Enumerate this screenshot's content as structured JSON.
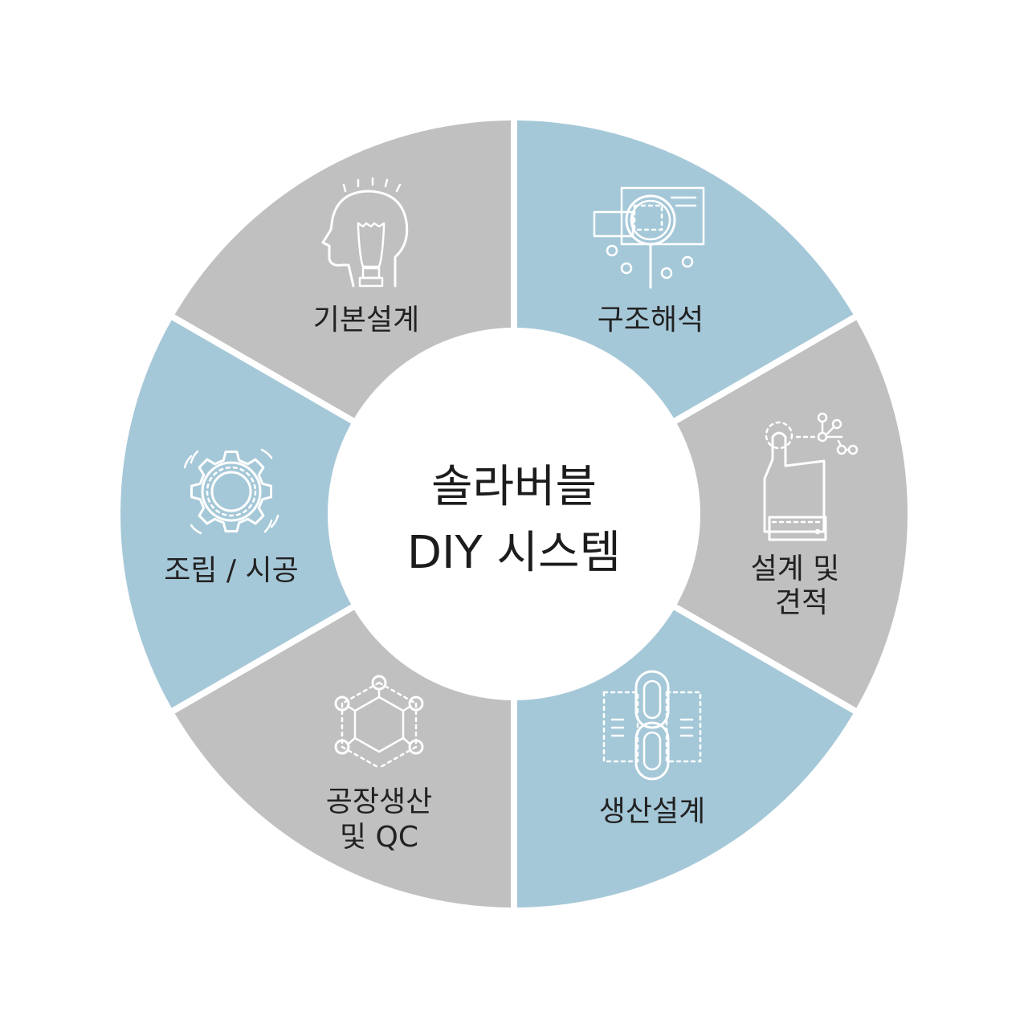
{
  "center": {
    "line1": "솔라버블",
    "line2": "DIY 시스템"
  },
  "colors": {
    "blue": "#a5c8d8",
    "gray": "#c0c0c0",
    "icon": "#ffffff",
    "center_fill": "#ffffff"
  },
  "segments": [
    {
      "id": "structural-analysis",
      "color": "blue",
      "icon": "magnifier-document-icon",
      "lines": [
        "구조해석"
      ]
    },
    {
      "id": "design-estimate",
      "color": "gray",
      "icon": "hand-touch-network-icon",
      "lines": [
        "설계 및",
        "견적"
      ]
    },
    {
      "id": "production-design",
      "color": "blue",
      "icon": "chain-link-icon",
      "lines": [
        "생산설계"
      ]
    },
    {
      "id": "factory-qc",
      "color": "gray",
      "icon": "hexagon-network-icon",
      "lines": [
        "공장생산",
        "및 QC"
      ]
    },
    {
      "id": "assembly-construction",
      "color": "blue",
      "icon": "gear-icon",
      "lines": [
        "조립 / 시공"
      ]
    },
    {
      "id": "basic-design",
      "color": "gray",
      "icon": "head-lightbulb-icon",
      "lines": [
        "기본설계"
      ]
    }
  ]
}
